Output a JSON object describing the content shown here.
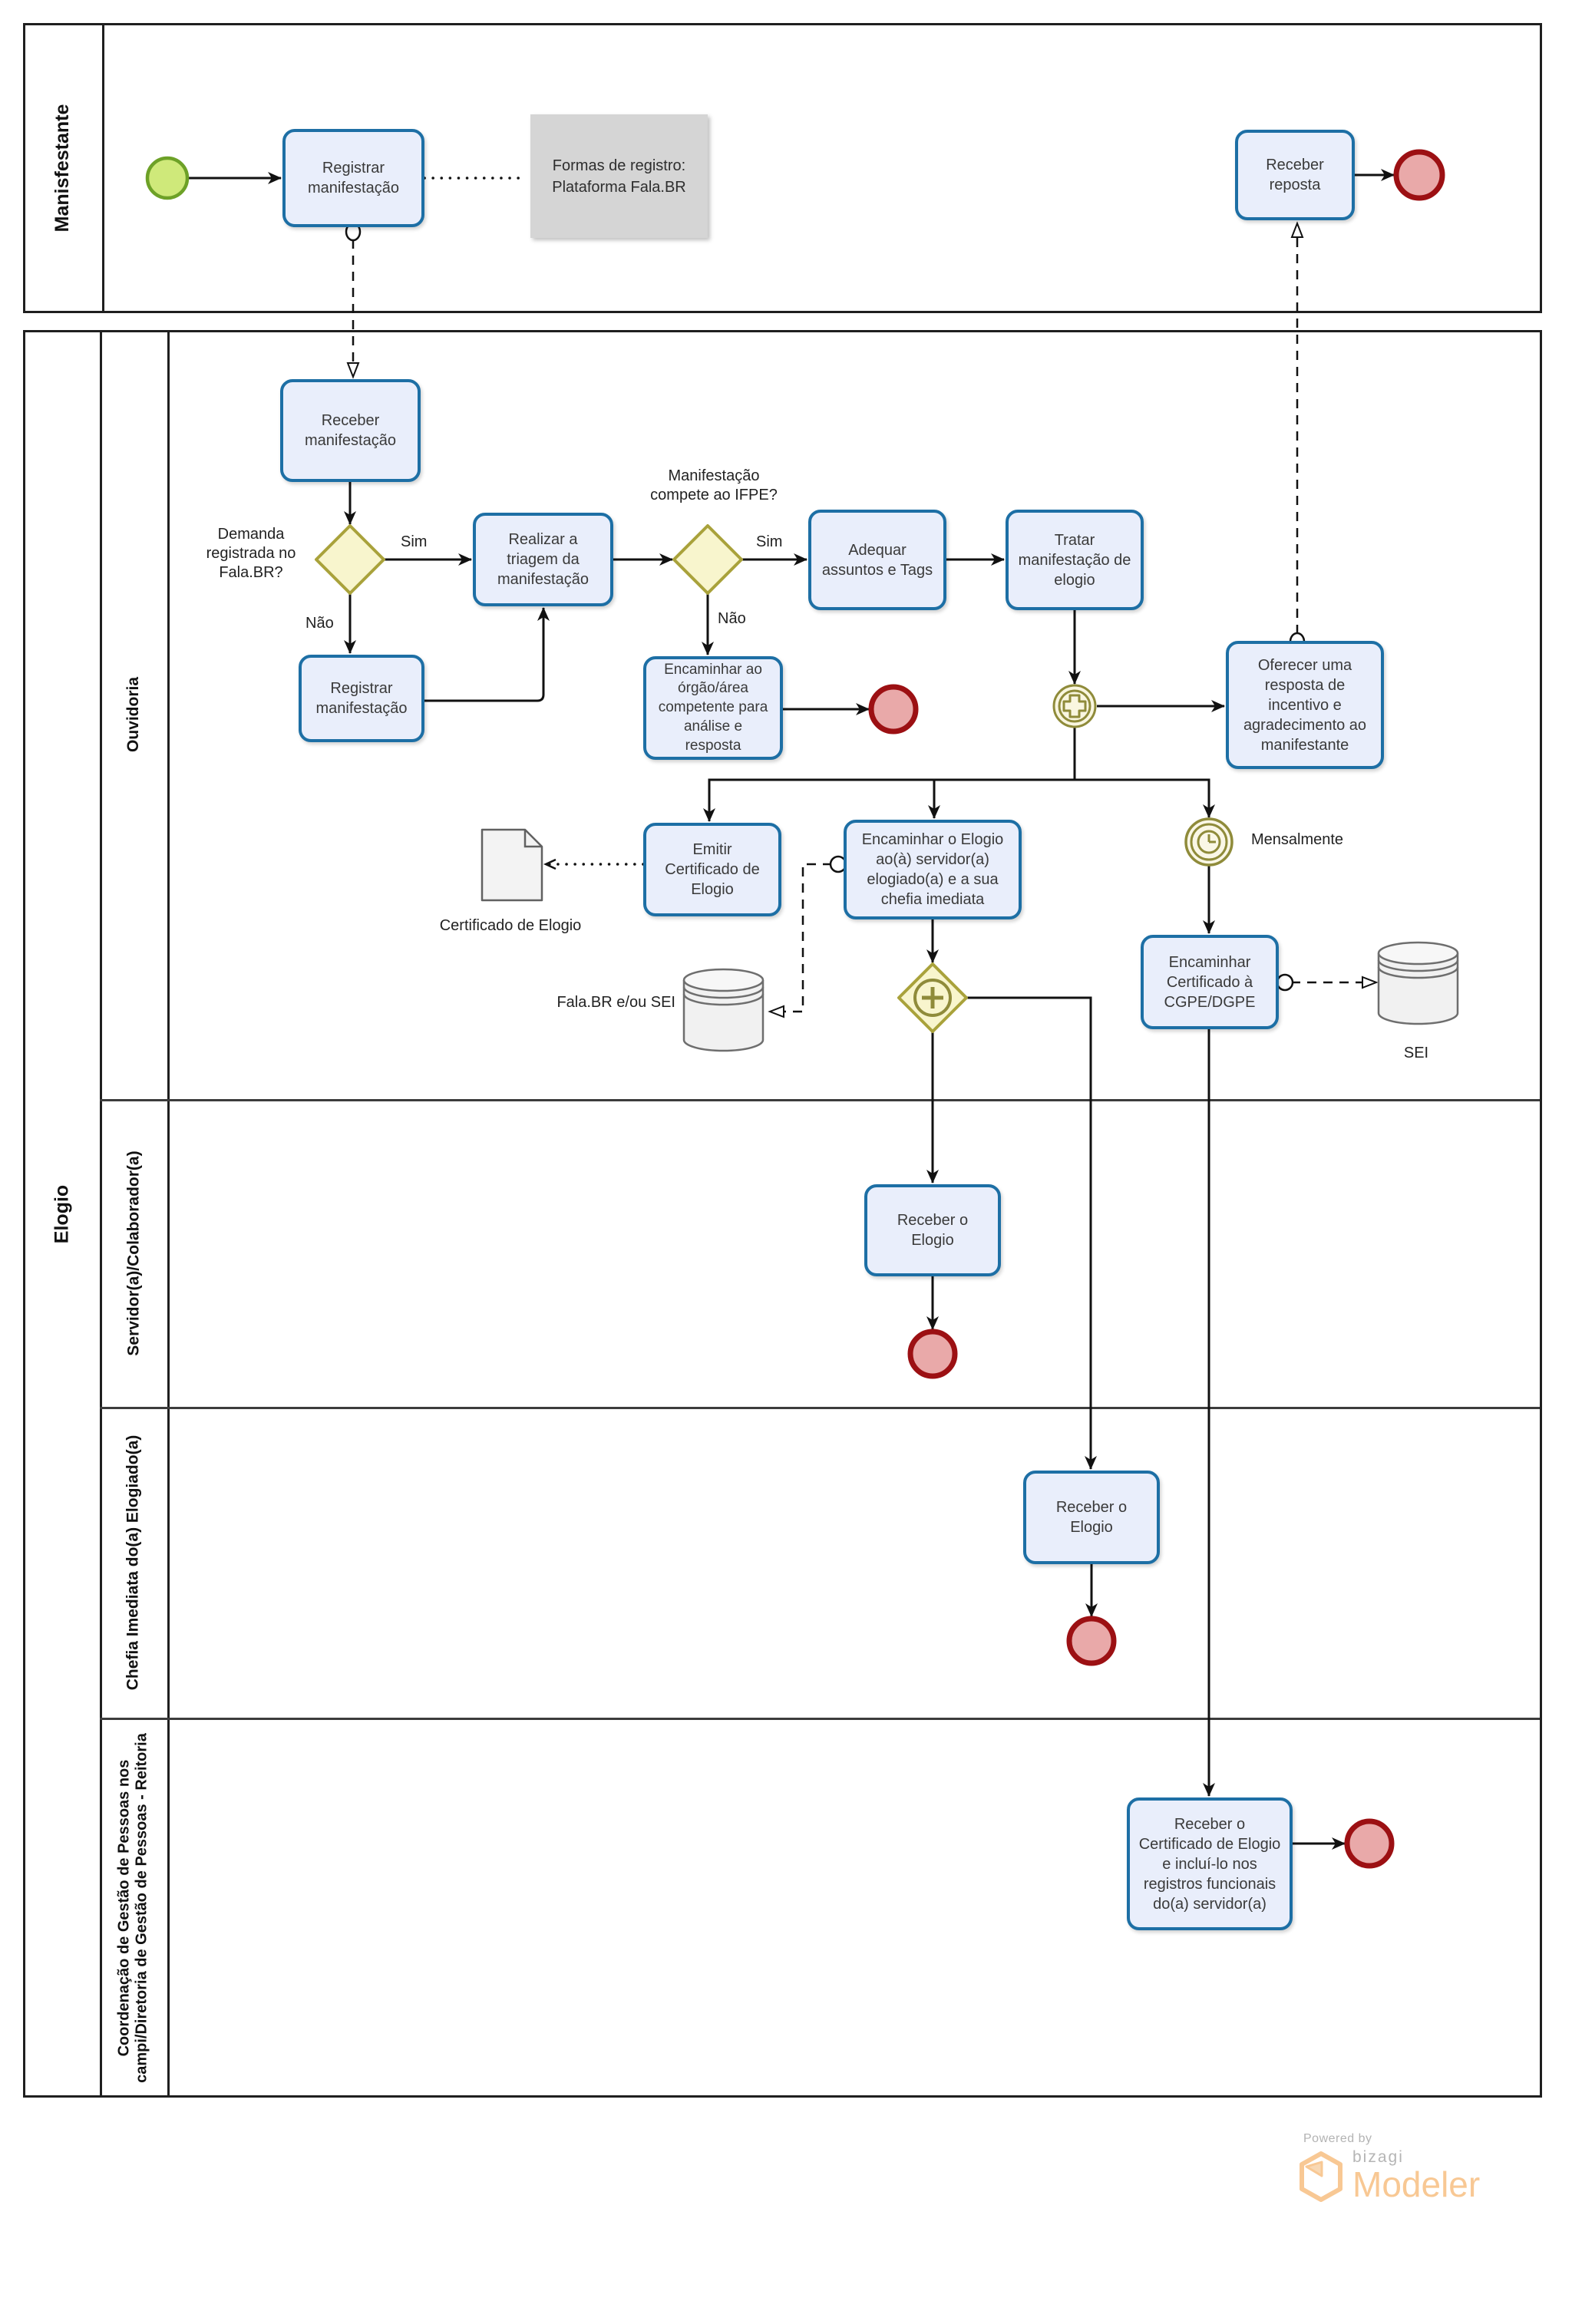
{
  "diagram": {
    "pools": {
      "manifestante": {
        "label": "Manisfestante"
      },
      "elogio": {
        "label": "Elogio",
        "lanes": {
          "ouvidoria": "Ouvidoria",
          "servidor": "Servidor(a)/Colaborador(a)",
          "chefia": "Chefia Imediata do(a) Elogiado(a)",
          "coordenacao": "Coordenação de Gestão de Pessoas nos campi/Diretoria de Gestão de Pessoas -  Reitoria"
        }
      }
    },
    "tasks": {
      "registrar1": "Registrar manifestação",
      "receber_reposta": "Receber reposta",
      "receber_manifestacao": "Receber manifestação",
      "realizar_triagem": "Realizar a triagem da manifestação",
      "registrar2": "Registrar manifestação",
      "adequar": "Adequar assuntos e Tags",
      "tratar": "Tratar manifestação de elogio",
      "encaminhar_orgao": "Encaminhar ao órgão/área competente para análise e resposta",
      "oferecer": "Oferecer uma resposta de incentivo e agradecimento ao manifestante",
      "emitir": "Emitir Certificado de Elogio",
      "encaminhar_elogio": "Encaminhar o Elogio ao(à) servidor(a) elogiado(a) e a sua chefia imediata",
      "encaminhar_cert": "Encaminhar Certificado à CGPE/DGPE",
      "receber_elogio_servidor": "Receber o Elogio",
      "receber_elogio_chefia": "Receber o Elogio",
      "receber_certificado": "Receber o Certificado de Elogio e incluí-lo nos registros funcionais do(a) servidor(a)"
    },
    "annotation": {
      "line1": "Formas de registro:",
      "line2": "Plataforma Fala.BR"
    },
    "edge_labels": {
      "sim1": "Sim",
      "nao1": "Não",
      "sim2": "Sim",
      "nao2": "Não"
    },
    "labels": {
      "demanda": "Demanda registrada no Fala.BR?",
      "compete": "Manifestação compete ao IFPE?",
      "mensalmente": "Mensalmente",
      "fala_br_sei": "Fala.BR e/ou SEI",
      "sei": "SEI",
      "certificado": "Certificado de Elogio"
    },
    "events": {
      "start": "start-event",
      "end_manifestante": "end-event",
      "end_ouvidoria": "end-event",
      "end_servidor": "end-event",
      "end_chefia": "end-event",
      "end_coordenacao": "end-event",
      "parallel_multiple": "parallel-multiple-intermediate-event",
      "timer": "timer-intermediate-event"
    },
    "colors": {
      "task_fill": "#e9eefb",
      "task_border": "#1d6fa5",
      "start_fill": "#cfe97a",
      "start_border": "#6da127",
      "end_fill": "#e9a9a9",
      "end_border": "#9c1013",
      "gateway_fill": "#f8f5cd",
      "gateway_border": "#a9a23b",
      "event_olive": "#8f8b3a",
      "annotation_fill": "#d5d5d5",
      "logo_orange": "#f8c894",
      "logo_gray": "#b5b5b5"
    },
    "logo": {
      "powered_by": "Powered by",
      "brand": "bizagi",
      "product": "Modeler"
    }
  }
}
